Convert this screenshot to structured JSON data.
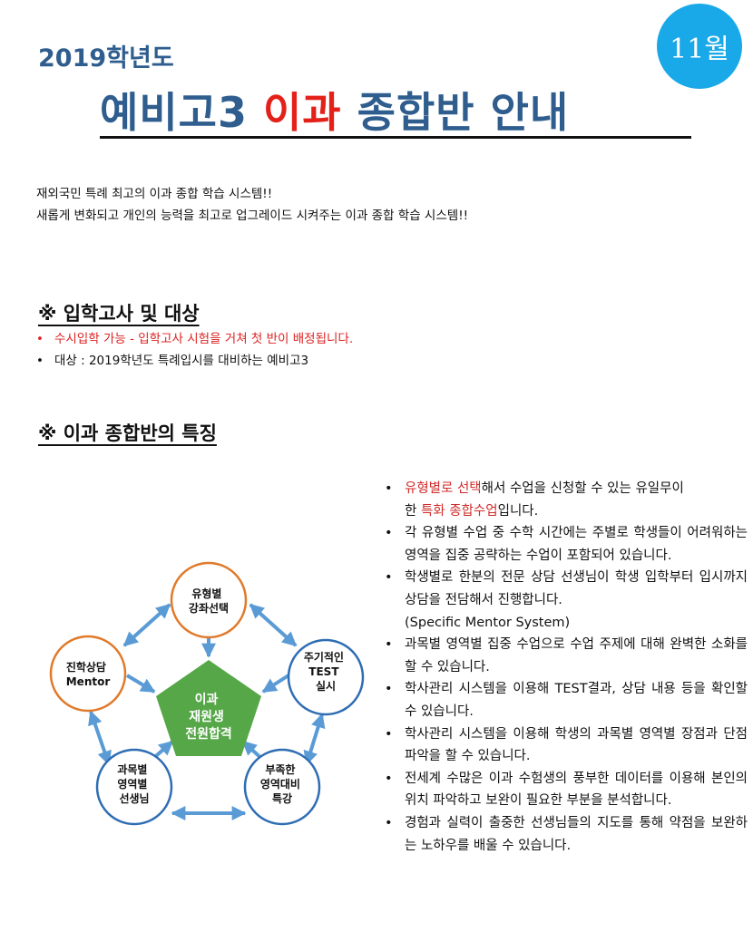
{
  "header": {
    "year_label": "2019학년도",
    "month_badge": "11월"
  },
  "title": {
    "part1": "예비고3 ",
    "part2": "이과",
    "part3": " 종합반 안내"
  },
  "intro": [
    "재외국민 특례 최고의 이과 종합 학습 시스템!!",
    "새롭게 변화되고 개인의 능력을 최고로 업그레이드 시켜주는 이과 종합 학습 시스템!!"
  ],
  "section1": {
    "heading": "※ 입학고사 및 대상",
    "bullets": [
      "수시입학 가능 - 입학고사 시험을 거쳐 첫 반이 배정됩니다.",
      "대상 : 2019학년도 특례입시를 대비하는 예비고3"
    ]
  },
  "section2": {
    "heading": "※ 이과 종합반의 특징"
  },
  "diagram": {
    "center": [
      "이과",
      "재원생",
      "전원합격"
    ],
    "nodes": {
      "top": [
        "유형별",
        "강좌선택"
      ],
      "left": [
        "진학상담",
        "Mentor"
      ],
      "right": [
        "주기적인",
        "TEST",
        "실시"
      ],
      "bottom_left": [
        "과목별",
        "영역별",
        "선생님"
      ],
      "bottom_right": [
        "부족한",
        "영역대비",
        "특강"
      ]
    },
    "colors": {
      "orange": "#e07a2a",
      "blue": "#2f6db3",
      "green": "#55a747",
      "arrow": "#5b9bd5"
    }
  },
  "features": {
    "f1_hl1": "유형별로 선택",
    "f1_t1": "해서 수업을 신청할 수 있는 유일무이",
    "f1_t2": "한 ",
    "f1_hl2": "특화 종합수업",
    "f1_t3": "입니다.",
    "f2": "각 유형별 수업 중 수학 시간에는 주별로 학생들이 어려워하는 영역을 집중 공략하는 수업이 포함되어 있습니다.",
    "f3": "학생별로 한분의 전문 상담 선생님이 학생 입학부터 입시까지 상담을 전담해서 진행합니다.",
    "f3_extra": "(Specific Mentor System)",
    "f4": "과목별 영역별 집중 수업으로 수업 주제에 대해 완벽한 소화를 할 수 있습니다.",
    "f5": "학사관리 시스템을 이용해 TEST결과, 상담 내용 등을 확인할 수 있습니다.",
    "f6": "학사관리 시스템을 이용해 학생의 과목별 영역별 장점과 단점 파악을 할 수 있습니다.",
    "f7": "전세계 수많은 이과 수험생의 풍부한 데이터를 이용해 본인의 위치 파악하고 보완이 필요한 부분을 분석합니다.",
    "f8": "경험과 실력이 출중한 선생님들의 지도를 통해 약점을 보완하는 노하우를 배울 수 있습니다."
  }
}
